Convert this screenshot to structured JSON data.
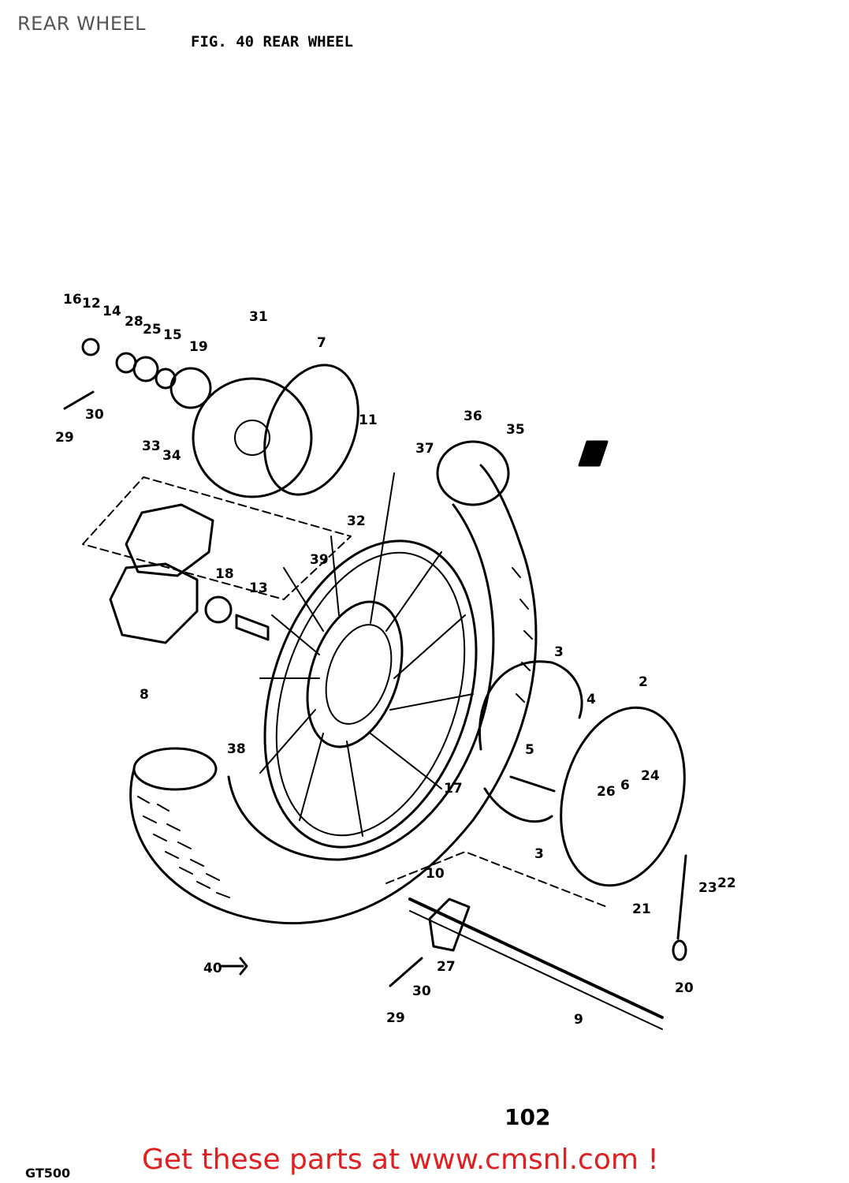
{
  "page": {
    "title": "REAR WHEEL",
    "figure_title": "FIG. 40  REAR WHEEL",
    "page_number": "102",
    "model": "GT500",
    "footer_link": "Get these parts at www.cmsnl.com !"
  },
  "callouts": [
    "16",
    "12",
    "14",
    "28",
    "25",
    "15",
    "19",
    "31",
    "7",
    "11",
    "36",
    "35",
    "37",
    "29",
    "30",
    "33",
    "34",
    "32",
    "39",
    "18",
    "13",
    "8",
    "3",
    "2",
    "4",
    "5",
    "26",
    "6",
    "24",
    "38",
    "17",
    "10",
    "27",
    "22",
    "23",
    "21",
    "20",
    "9",
    "40"
  ],
  "colors": {
    "ink": "#000000",
    "footer": "#e02020",
    "background": "#ffffff"
  }
}
